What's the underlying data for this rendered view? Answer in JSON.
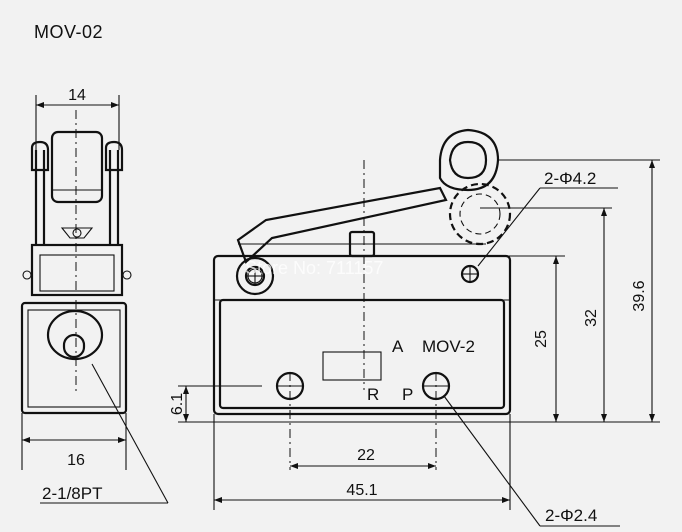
{
  "title": "MOV-02",
  "watermark": "Store No: 711157",
  "body_labels": {
    "port_a": "A",
    "model": "MOV-2",
    "port_r": "R",
    "port_p": "P"
  },
  "dimensions": {
    "side_width_top": "14",
    "side_width_bottom": "16",
    "height_offset": "6.1",
    "hole_spacing": "22",
    "overall_length": "45.1",
    "body_height": "25",
    "mount_height": "32",
    "overall_height": "39.6"
  },
  "callouts": {
    "mount_holes": "2-Φ4.2",
    "port_holes": "2-Φ2.4",
    "port_thread": "2-1/8PT"
  }
}
